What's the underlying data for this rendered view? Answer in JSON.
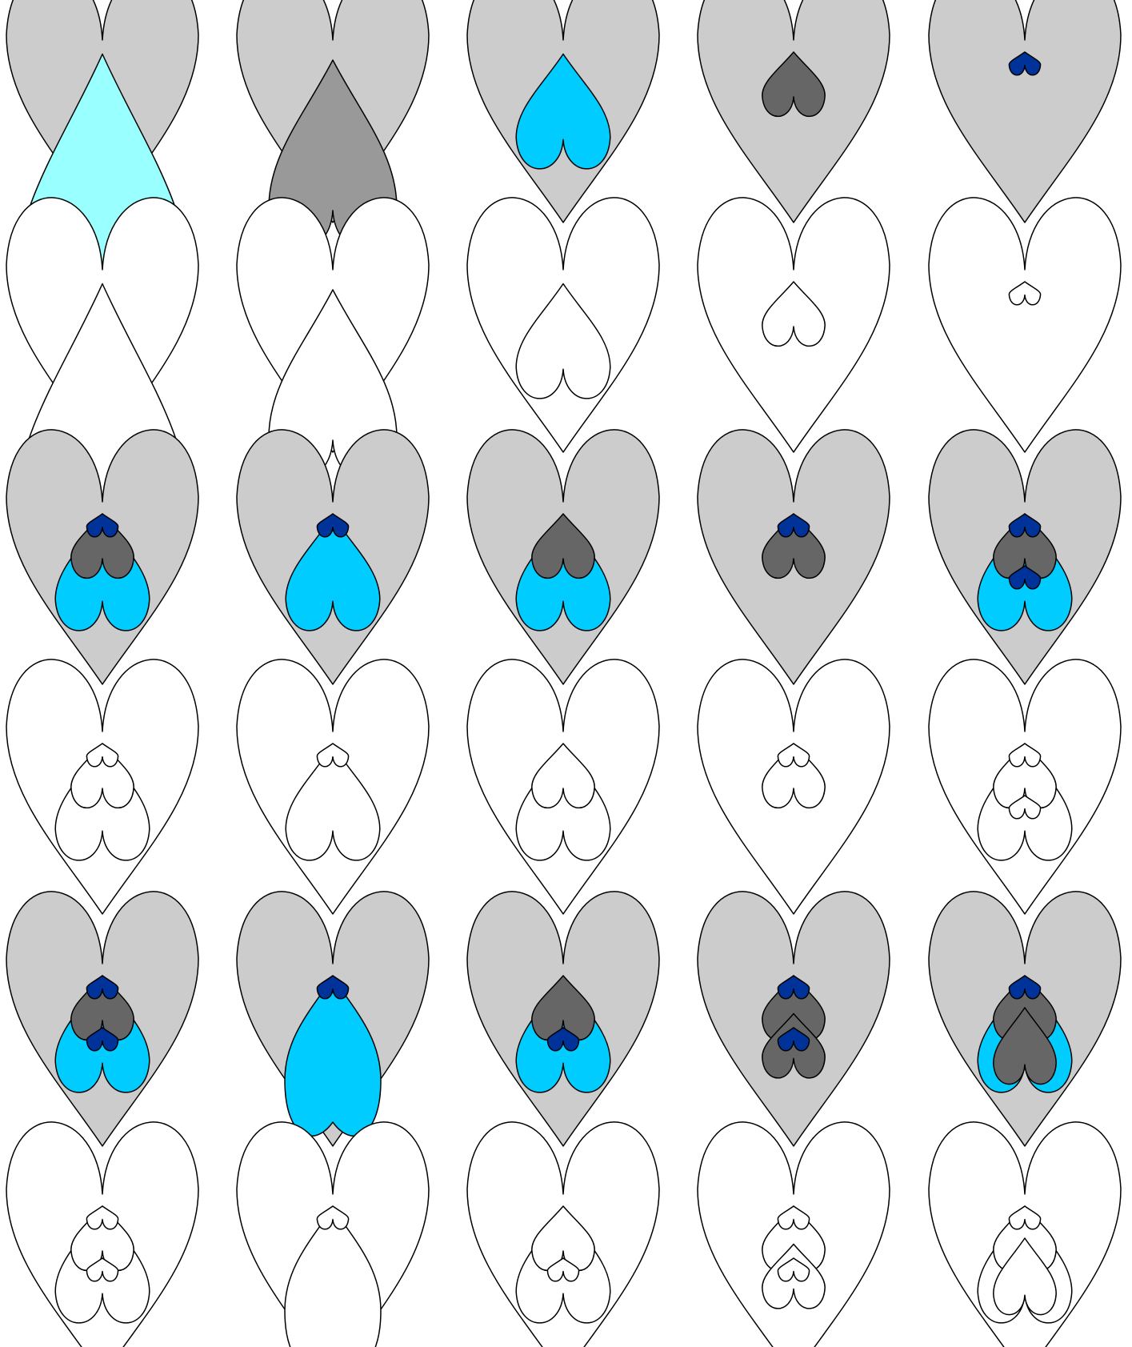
{
  "colors": {
    "big_heart": "#cccccc",
    "light_cyan": "#99ffff",
    "mid_gray": "#999999",
    "cyan": "#00ccff",
    "dark_gray": "#666666",
    "navy": "#003399",
    "outline": "#000000",
    "background": "#ffffff"
  },
  "rows": [
    {
      "style": "filled",
      "panels": [
        [
          {
            "s": 2.4,
            "d": 1.0,
            "c": "big_heart"
          },
          {
            "s": 2.2,
            "d": 1.5,
            "c": "light_cyan",
            "dy": 0.35,
            "mode": "wide"
          }
        ],
        [
          {
            "s": 2.4,
            "d": 1.0,
            "c": "big_heart"
          },
          {
            "s": 1.6,
            "d": 1.3,
            "c": "mid_gray",
            "dy": 0.5,
            "mode": "wide"
          }
        ],
        [
          {
            "s": 2.4,
            "d": 1.0,
            "c": "big_heart"
          },
          {
            "s": 1.2,
            "d": 1.0,
            "c": "cyan",
            "dy": 0.35
          }
        ],
        [
          {
            "s": 2.4,
            "d": 1.0,
            "c": "big_heart"
          },
          {
            "s": 0.8,
            "d": 0.8,
            "c": "dark_gray",
            "dy": 0.3
          }
        ],
        [
          {
            "s": 2.4,
            "d": 1.0,
            "c": "big_heart"
          },
          {
            "s": 0.4,
            "d": 0.5,
            "c": "navy",
            "dy": 0.3
          }
        ]
      ]
    },
    {
      "style": "outline",
      "copy_of": 0
    },
    {
      "style": "filled",
      "panels": [
        [
          {
            "s": 2.4,
            "d": 1.0,
            "c": "big_heart"
          },
          {
            "s": 1.2,
            "d": 1.0,
            "c": "cyan",
            "dy": 0.35
          },
          {
            "s": 0.8,
            "d": 0.8,
            "c": "dark_gray",
            "dy": 0.3
          },
          {
            "s": 0.4,
            "d": 0.5,
            "c": "navy",
            "dy": 0.3
          }
        ],
        [
          {
            "s": 2.4,
            "d": 1.0,
            "c": "big_heart"
          },
          {
            "s": 1.2,
            "d": 1.0,
            "c": "cyan",
            "dy": 0.35
          },
          {
            "s": 0.4,
            "d": 0.5,
            "c": "navy",
            "dy": 0.3
          }
        ],
        [
          {
            "s": 2.4,
            "d": 1.0,
            "c": "big_heart"
          },
          {
            "s": 1.2,
            "d": 1.0,
            "c": "cyan",
            "dy": 0.35
          },
          {
            "s": 0.8,
            "d": 0.8,
            "c": "dark_gray",
            "dy": 0.3
          }
        ],
        [
          {
            "s": 2.4,
            "d": 1.0,
            "c": "big_heart"
          },
          {
            "s": 0.8,
            "d": 0.8,
            "c": "dark_gray",
            "dy": 0.3
          },
          {
            "s": 0.4,
            "d": 0.5,
            "c": "navy",
            "dy": 0.3
          }
        ],
        [
          {
            "s": 2.4,
            "d": 1.0,
            "c": "big_heart"
          },
          {
            "s": 1.2,
            "d": 1.0,
            "c": "cyan",
            "dy": 0.35
          },
          {
            "s": 0.8,
            "d": 0.8,
            "c": "dark_gray",
            "dy": 0.3
          },
          {
            "s": 0.4,
            "d": 0.5,
            "c": "navy",
            "dy": 0.3
          },
          {
            "s": 0.4,
            "d": 0.5,
            "c": "navy",
            "dy": 1.6
          }
        ]
      ]
    },
    {
      "style": "outline",
      "copy_of": 2
    },
    {
      "style": "filled",
      "panels": [
        [
          {
            "s": 2.4,
            "d": 1.0,
            "c": "big_heart"
          },
          {
            "s": 1.2,
            "d": 1.0,
            "c": "cyan",
            "dy": 0.35
          },
          {
            "s": 0.8,
            "d": 0.8,
            "c": "dark_gray",
            "dy": 0.3
          },
          {
            "s": 0.4,
            "d": 0.5,
            "c": "navy",
            "dy": 0.3
          },
          {
            "s": 0.4,
            "d": 0.5,
            "c": "navy",
            "dy": 1.6
          }
        ],
        [
          {
            "s": 2.4,
            "d": 1.0,
            "c": "big_heart"
          },
          {
            "s": 1.2,
            "d": 1.5,
            "c": "cyan",
            "dy": 0.35,
            "mode": "drop"
          },
          {
            "s": 0.4,
            "d": 0.5,
            "c": "navy",
            "dy": 0.3
          }
        ],
        [
          {
            "s": 2.4,
            "d": 1.0,
            "c": "big_heart"
          },
          {
            "s": 1.2,
            "d": 1.0,
            "c": "cyan",
            "dy": 0.35
          },
          {
            "s": 0.8,
            "d": 0.8,
            "c": "dark_gray",
            "dy": 0.3
          },
          {
            "s": 0.4,
            "d": 0.5,
            "c": "navy",
            "dy": 1.6
          }
        ],
        [
          {
            "s": 2.4,
            "d": 1.0,
            "c": "big_heart"
          },
          {
            "s": 0.8,
            "d": 0.8,
            "c": "dark_gray",
            "dy": 0.3
          },
          {
            "s": 0.4,
            "d": 0.5,
            "c": "navy",
            "dy": 0.3
          },
          {
            "s": 0.8,
            "d": 0.8,
            "c": "dark_gray",
            "dy": 1.25
          },
          {
            "s": 0.4,
            "d": 0.5,
            "c": "navy",
            "dy": 1.6
          }
        ],
        [
          {
            "s": 2.4,
            "d": 1.0,
            "c": "big_heart"
          },
          {
            "s": 1.2,
            "d": 1.0,
            "c": "cyan",
            "dy": 0.35
          },
          {
            "s": 0.8,
            "d": 0.8,
            "c": "dark_gray",
            "dy": 0.3
          },
          {
            "s": 0.4,
            "d": 0.5,
            "c": "navy",
            "dy": 0.3
          },
          {
            "s": 0.8,
            "d": 1.0,
            "c": "dark_gray",
            "dy": 1.1
          }
        ]
      ]
    },
    {
      "style": "outline",
      "copy_of": 4
    }
  ]
}
